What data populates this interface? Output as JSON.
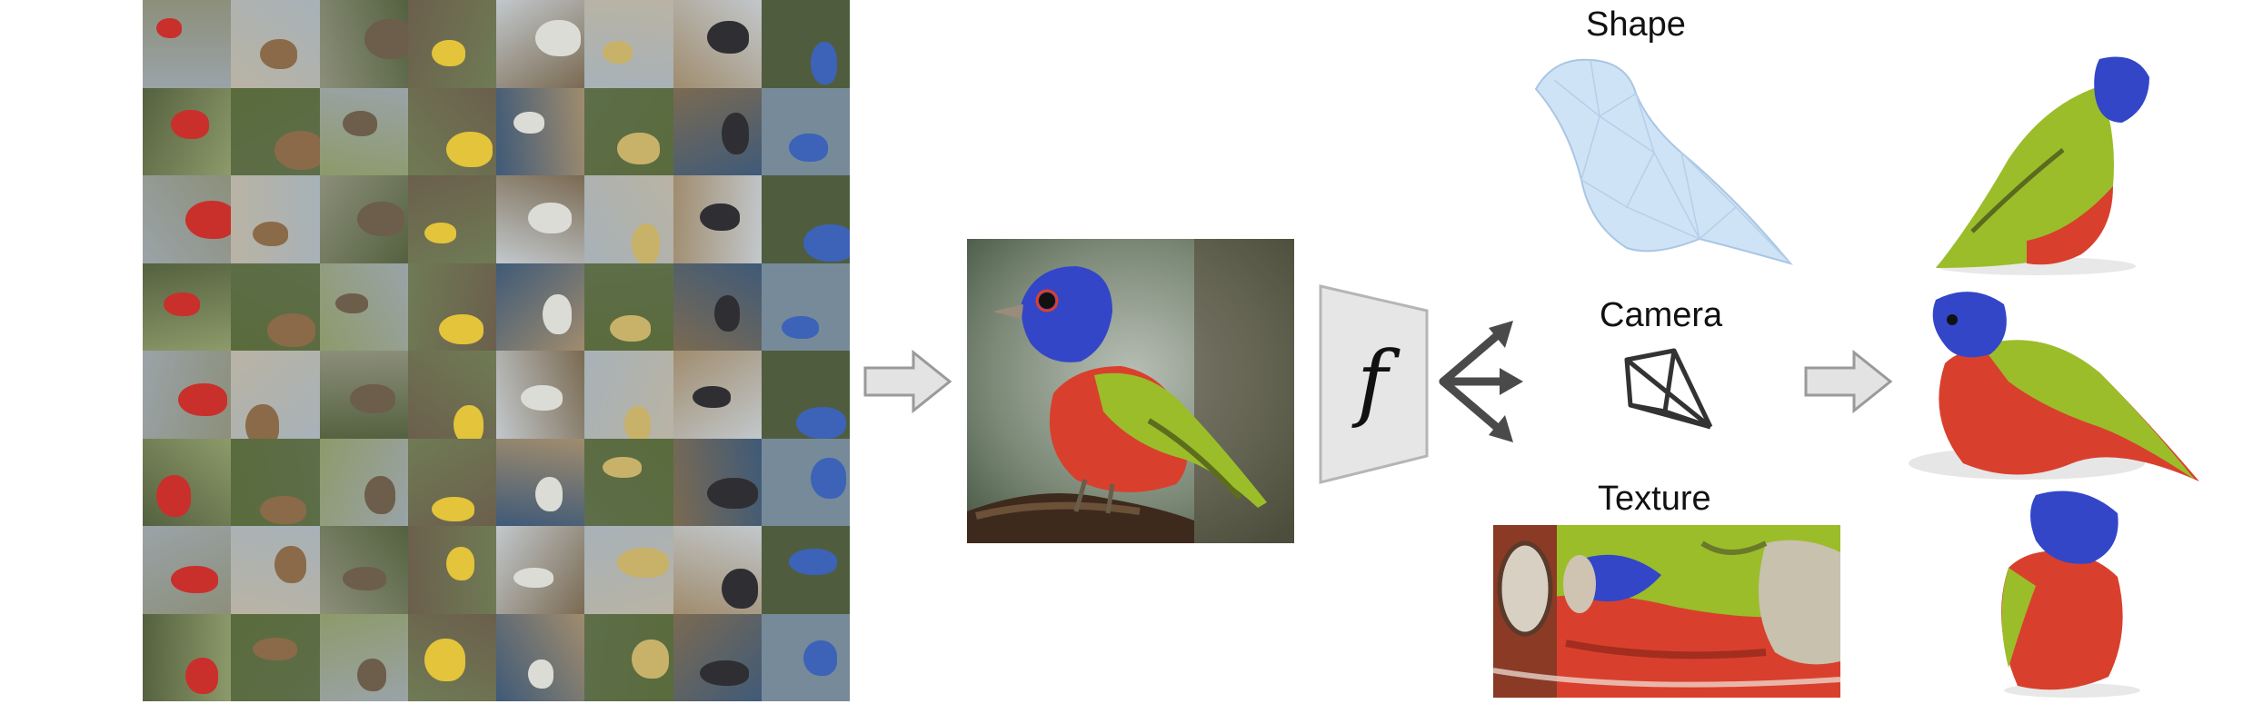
{
  "labels": {
    "shape": "Shape",
    "camera": "Camera",
    "texture": "Texture",
    "function_symbol": "f"
  },
  "colors": {
    "arrow_fill": "#e3e3e3",
    "arrow_stroke": "#9a9a9a",
    "function_box_fill": "#e6e6e6",
    "function_box_stroke": "#b5b5b5",
    "output_arrows": "#4a4a4a",
    "mesh_blue": "#cfe3f6",
    "bird_blue": "#3346c8",
    "bird_red": "#d8402d",
    "bird_green": "#9bbd2a"
  },
  "icons": {
    "grid": "bird-photo-grid",
    "camera": "camera-frustum-icon",
    "function": "function-box-icon"
  }
}
